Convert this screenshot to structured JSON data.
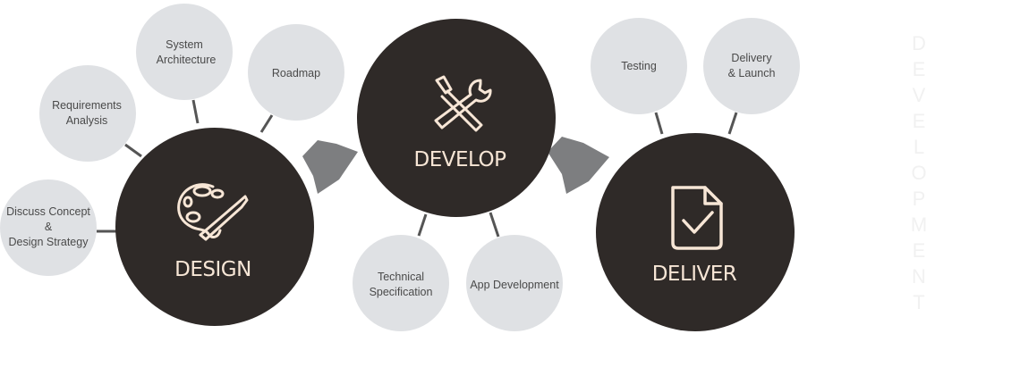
{
  "colors": {
    "bubble": "#dfe1e4",
    "hub": "#2f2a28",
    "connector": "#555555",
    "arrow": "#7d7e80",
    "label": "#f7e6d6",
    "side_text": "#f1f1f1"
  },
  "stages": [
    {
      "label": "DESIGN",
      "icon": "palette-icon"
    },
    {
      "label": "DEVELOP",
      "icon": "tools-icon"
    },
    {
      "label": "DELIVER",
      "icon": "document-check-icon"
    }
  ],
  "bubbles": {
    "discuss_concept": [
      "Discuss Concept",
      "&",
      "Design Strategy"
    ],
    "requirements_analysis": [
      "Requirements",
      "Analysis"
    ],
    "system_architecture": [
      "System",
      "Architecture"
    ],
    "roadmap": [
      "Roadmap"
    ],
    "technical_specification": [
      "Technical",
      "Specification"
    ],
    "app_development": [
      "App Development"
    ],
    "testing": [
      "Testing"
    ],
    "delivery_launch": [
      "Delivery",
      "& Launch"
    ]
  },
  "side_label": [
    "D",
    "E",
    "V",
    "E",
    "L",
    "O",
    "P",
    "M",
    "E",
    "N",
    "T"
  ]
}
